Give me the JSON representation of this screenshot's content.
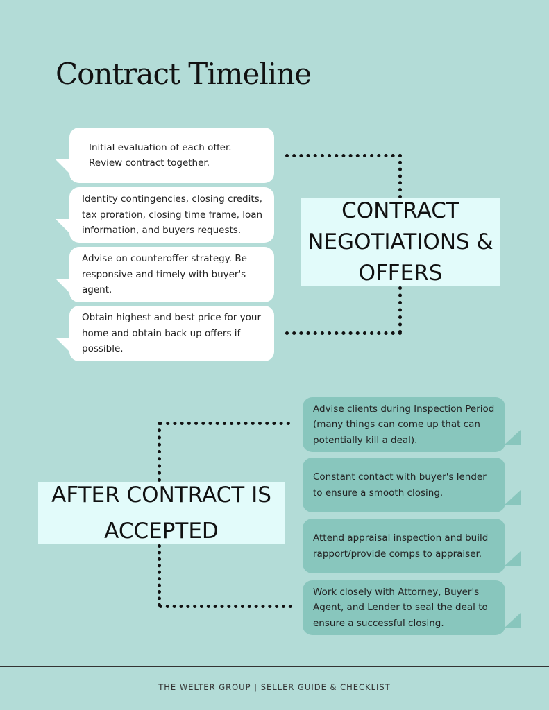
{
  "title": "Contract Timeline",
  "negotiations": {
    "label": "CONTRACT NEGOTIATIONS & OFFERS",
    "items": [
      "Initial evaluation of each offer. Review contract together.",
      "Identity contingencies, closing credits, tax proration, closing time frame, loan information, and buyers requests.",
      "Advise on counteroffer strategy. Be responsive and timely with buyer's agent.",
      "Obtain highest and best price for your home and obtain back up offers if possible."
    ]
  },
  "accepted": {
    "label": "AFTER CONTRACT IS ACCEPTED",
    "items": [
      "Advise clients during Inspection Period (many things can come up that can potentially kill a deal).",
      "Constant contact with buyer's lender to ensure a smooth closing.",
      "Attend appraisal inspection and build rapport/provide comps to appraiser.",
      "Work closely with Attorney, Buyer's Agent, and Lender to seal the deal to ensure a successful closing."
    ]
  },
  "footer": "THE WELTER GROUP | SELLER GUIDE & CHECKLIST"
}
